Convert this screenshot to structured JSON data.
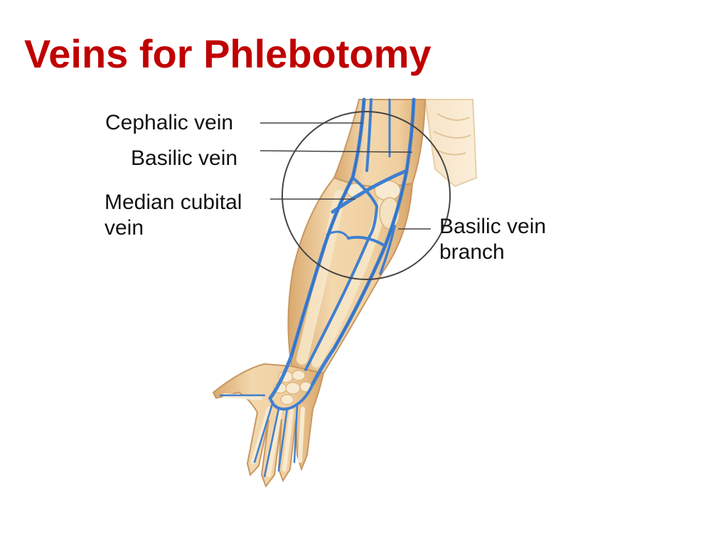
{
  "slide": {
    "title": "Veins for Phlebotomy"
  },
  "labels": {
    "cephalic": "Cephalic vein",
    "basilic": "Basilic vein",
    "median_cubital": [
      "Median cubital",
      "vein"
    ],
    "basilic_branch": [
      "Basilic vein",
      "branch"
    ]
  },
  "colors": {
    "title": "#c00000",
    "skin": "#f0d2a6",
    "skin_shadow": "#d9a96e",
    "bone": "#f6e6c8",
    "vein": "#3f7fd0",
    "vein_dark": "#1d4f9a",
    "leader": "#444444"
  }
}
